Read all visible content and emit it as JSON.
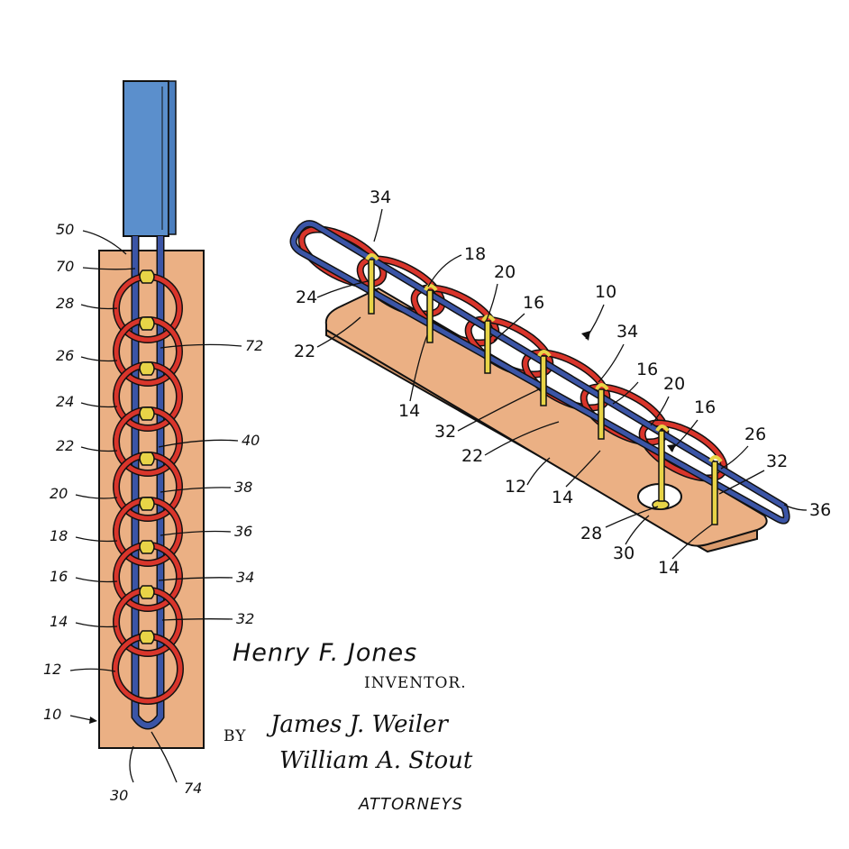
{
  "colors": {
    "base": "#EBB084",
    "ring": "#D9352B",
    "wire": "#3B55A6",
    "hook": "#E8D447",
    "handle": "#5B8FCC",
    "ink": "#111111"
  },
  "fig1": {
    "labels_left": [
      "50",
      "70",
      "28",
      "26",
      "24",
      "22",
      "20",
      "18",
      "16",
      "14",
      "12",
      "10"
    ],
    "labels_right": [
      "72",
      "40",
      "38",
      "36",
      "34",
      "32"
    ],
    "labels_bottom": [
      "30",
      "74"
    ]
  },
  "fig2": {
    "labels": [
      "34",
      "18",
      "20",
      "16",
      "10",
      "24",
      "22",
      "14",
      "34",
      "16",
      "20",
      "16",
      "32",
      "22",
      "26",
      "32",
      "12",
      "14",
      "36",
      "28",
      "30",
      "14"
    ]
  },
  "signature": {
    "inventor_name": "Henry F. Jones",
    "inventor_label": "INVENTOR.",
    "by": "BY",
    "attorney_1": "James J. Weiler",
    "attorney_2": "William A. Stout",
    "attorneys_label": "ATTORNEYS"
  }
}
